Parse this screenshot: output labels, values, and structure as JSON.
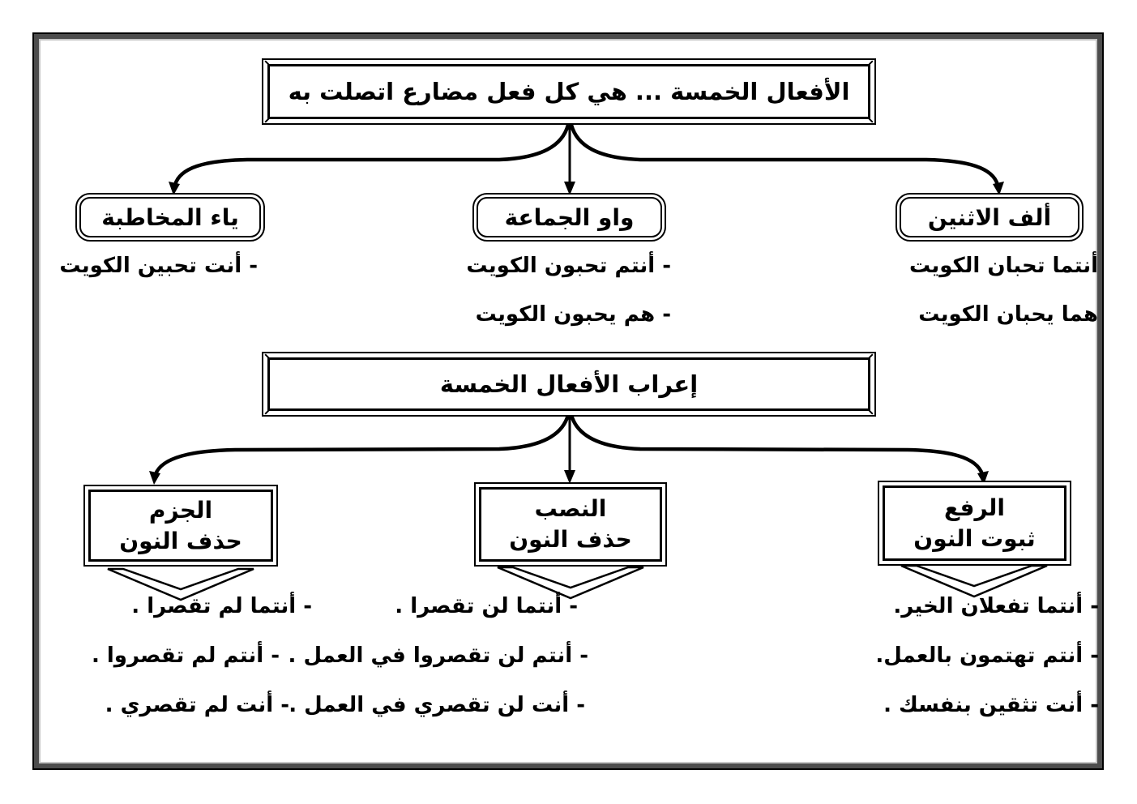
{
  "diagram": {
    "title_box_1": "الأفعال الخمسة ... هي كل فعل مضارع اتصلت به",
    "title_box_2": "إعراب الأفعال الخمسة",
    "suffixes": [
      {
        "label": "ألف الاثنين",
        "examples": [
          "أنتما تحبان الكويت",
          "هما يحبان الكويت"
        ]
      },
      {
        "label": "واو الجماعة",
        "examples": [
          "- أنتم تحبون الكويت",
          "- هم يحبون الكويت"
        ]
      },
      {
        "label": "ياء المخاطبة",
        "examples": [
          "- أنت تحبين الكويت"
        ]
      }
    ],
    "cases": [
      {
        "name": "الرفع",
        "sign": "ثبوت النون",
        "examples": [
          "- أنتما تفعلان الخير.",
          "- أنتم تهتمون بالعمل.",
          "- أنت تثقين بنفسك ."
        ]
      },
      {
        "name": "النصب",
        "sign": "حذف النون",
        "examples": [
          "- أنتما لن تقصرا .",
          "- أنتم لن تقصروا في العمل .",
          "- أنت لن تقصري في العمل ."
        ]
      },
      {
        "name": "الجزم",
        "sign": "حذف النون",
        "examples": [
          "- أنتما لم تقصرا .",
          "- أنتم لم تقصروا .",
          "- أنت لم تقصري ."
        ]
      }
    ]
  },
  "colors": {
    "ink": "#000000",
    "frame_dark": "#4d4d4d",
    "frame_light": "#c6c6c6",
    "background": "#ffffff"
  }
}
